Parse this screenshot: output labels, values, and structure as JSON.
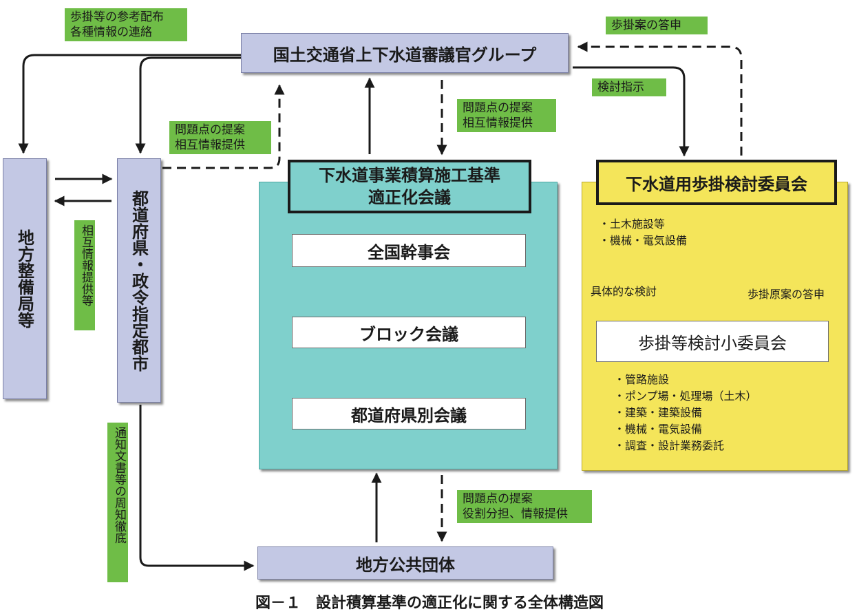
{
  "nodes": {
    "mlit": "国土交通省上下水道審議官グループ",
    "regional_bureau": "地方整備局等",
    "prefectures": "都道府県・政令指定都市",
    "council_title": "下水道事業積算施工基準\n適正化会議",
    "national_secretaries": "全国幹事会",
    "block_meeting": "ブロック会議",
    "prefecture_meeting": "都道府県別会議",
    "local_governments": "地方公共団体",
    "committee_title": "下水道用歩掛検討委員会",
    "subcommittee": "歩掛等検討小委員会"
  },
  "labels": {
    "ref_distribution": "歩掛等の参考配布\n各種情報の連絡",
    "mutual_info_vertical": "相互情報提供等",
    "issue_mutual_left": "問題点の提案\n相互情報提供",
    "issue_mutual_center": "問題点の提案\n相互情報提供",
    "review_instruction": "検討指示",
    "standard_report": "歩掛案の答申",
    "notice_docs": "通知文書等の周知徹底",
    "issue_roles": "問題点の提案\n役割分担、情報提供"
  },
  "committee": {
    "scope_top": [
      "・土木施設等",
      "・機械・電気設備"
    ],
    "concrete_review": "具体的な検討",
    "draft_report": "歩掛原案の答申",
    "scope_bottom": [
      "・管路施設",
      "・ポンプ場・処理場（土木）",
      "・建築・建築設備",
      "・機械・電気設備",
      "・調査・設計業務委託"
    ]
  },
  "caption": "図－１　設計積算基準の適正化に関する全体構造図",
  "colors": {
    "node_blue": "#c3c8e4",
    "council_teal": "#7fd0cc",
    "committee_yellow": "#f4e55a",
    "label_green": "#6fbd47"
  }
}
